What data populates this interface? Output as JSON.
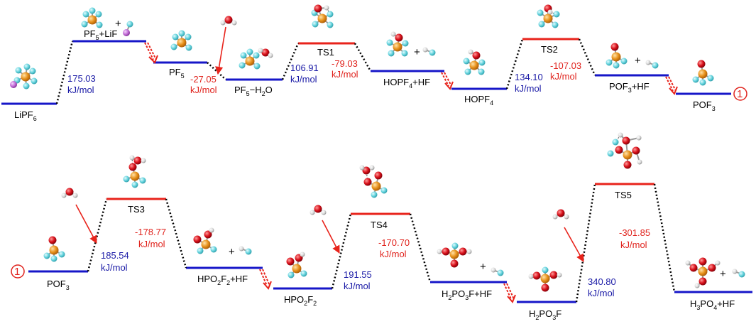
{
  "top_row": {
    "states": {
      "lipf6": "LiPF",
      "lipf6_sub": "6",
      "pf5_lif_a": "PF",
      "pf5_lif_sub": "5",
      "pf5_lif_b": "+LiF",
      "pf5_a": "PF",
      "pf5_sub": "5",
      "pf5_h2o_a": "PF",
      "pf5_h2o_sub1": "5",
      "pf5_h2o_b": "−H",
      "pf5_h2o_sub2": "2",
      "pf5_h2o_c": "O",
      "ts1": "TS1",
      "hopf4_hf_a": "HOPF",
      "hopf4_hf_sub": "4",
      "hopf4_hf_b": "+HF",
      "hopf4_a": "HOPF",
      "hopf4_sub": "4",
      "ts2": "TS2",
      "pof3_hf_a": "POF",
      "pof3_hf_sub": "3",
      "pof3_hf_b": "+HF",
      "pof3_a": "POF",
      "pof3_sub": "3"
    },
    "energies": {
      "e1_value": "175.03",
      "e1_unit": "kJ/mol",
      "e2_value": "-27.05",
      "e2_unit": "kJ/mol",
      "e3_value": "106.91",
      "e3_unit": "kJ/mol",
      "e4_value": "-79.03",
      "e4_unit": "kJ/mol",
      "e5_value": "134.10",
      "e5_unit": "kJ/mol",
      "e6_value": "-107.03",
      "e6_unit": "kJ/mol"
    },
    "plus_signs": [
      "+",
      "+",
      "+"
    ],
    "link_marker": "1"
  },
  "bottom_row": {
    "states": {
      "pof3_a": "POF",
      "pof3_sub": "3",
      "ts3": "TS3",
      "hpo2f2_hf_a": "HPO",
      "hpo2f2_hf_sub1": "2",
      "hpo2f2_hf_b": "F",
      "hpo2f2_hf_sub2": "2",
      "hpo2f2_hf_c": "+HF",
      "hpo2f2_a": "HPO",
      "hpo2f2_sub1": "2",
      "hpo2f2_b": "F",
      "hpo2f2_sub2": "2",
      "ts4": "TS4",
      "h2po3f_hf_a": "H",
      "h2po3f_hf_sub1": "2",
      "h2po3f_hf_b": "PO",
      "h2po3f_hf_sub2": "3",
      "h2po3f_hf_c": "F+HF",
      "h2po3f_a": "H",
      "h2po3f_sub1": "2",
      "h2po3f_b": "PO",
      "h2po3f_sub2": "3",
      "h2po3f_c": "F",
      "ts5": "TS5",
      "h3po4_hf_a": "H",
      "h3po4_hf_sub1": "3",
      "h3po4_hf_b": "PO",
      "h3po4_hf_sub2": "4",
      "h3po4_hf_c": "+HF"
    },
    "energies": {
      "e1_value": "185.54",
      "e1_unit": "kJ/mol",
      "e2_value": "-178.77",
      "e2_unit": "kJ/mol",
      "e3_value": "191.55",
      "e3_unit": "kJ/mol",
      "e4_value": "-170.70",
      "e4_unit": "kJ/mol",
      "e5_value": "340.80",
      "e5_unit": "kJ/mol",
      "e6_value": "-301.85",
      "e6_unit": "kJ/mol"
    },
    "plus_signs": [
      "+",
      "+",
      "+"
    ],
    "link_marker": "1"
  },
  "colors": {
    "minimum_level": "#1616c8",
    "transition_level": "#e8231b",
    "barrier_text": "#1a1aa6",
    "release_text": "#e0231d",
    "phosphorus": "#e8921c",
    "fluorine": "#66d4de",
    "oxygen": "#d8101a",
    "hydrogen": "#d9d9d9",
    "lithium": "#c46fd8"
  }
}
